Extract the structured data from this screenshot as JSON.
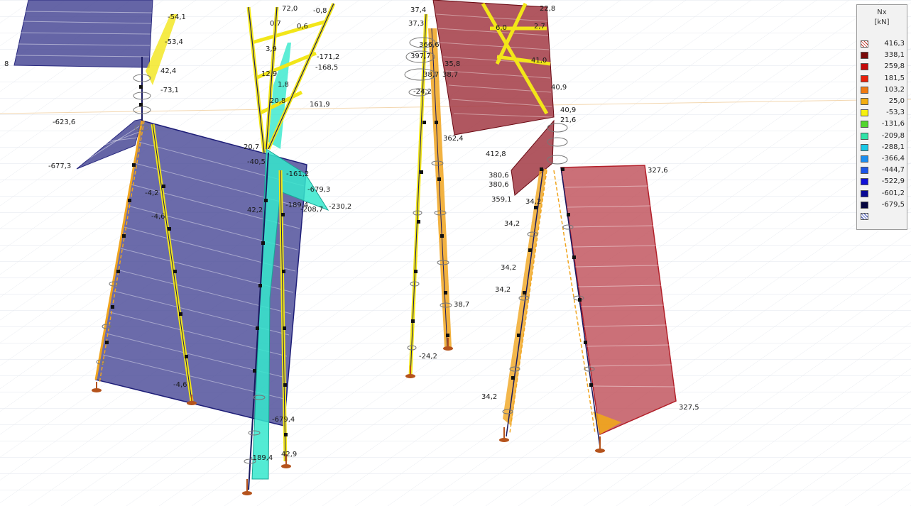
{
  "legend": {
    "quantity": "Nx",
    "unit": "[kN]",
    "entries": [
      {
        "label": "416,3",
        "color": "#ffffff",
        "hatch": "pos"
      },
      {
        "label": "338,1",
        "color": "#7a0b0b"
      },
      {
        "label": "259,8",
        "color": "#c40a0a"
      },
      {
        "label": "181,5",
        "color": "#e8200a"
      },
      {
        "label": "103,2",
        "color": "#ef7a12"
      },
      {
        "label": "25,0",
        "color": "#f4ae10"
      },
      {
        "label": "-53,3",
        "color": "#f6f00f"
      },
      {
        "label": "-131,6",
        "color": "#52d62e"
      },
      {
        "label": "-209,8",
        "color": "#2fe3a7"
      },
      {
        "label": "-288,1",
        "color": "#19c8e6"
      },
      {
        "label": "-366,4",
        "color": "#1b8ef0"
      },
      {
        "label": "-444,7",
        "color": "#1d55e8"
      },
      {
        "label": "-522,9",
        "color": "#1010d8"
      },
      {
        "label": "-601,2",
        "color": "#0a0a96"
      },
      {
        "label": "-679,5",
        "color": "#06063f"
      },
      {
        "label": "",
        "color": "#ffffff",
        "hatch": "neg"
      }
    ]
  },
  "value_labels": [
    "8",
    "-54,1",
    "-53,4",
    "42,4",
    "-73,1",
    "-623,6",
    "-677,3",
    "-4,2",
    "-4,6",
    "-4,6",
    "20,7",
    "-40,5",
    "42,2",
    "0,7",
    "0,6",
    "72,0",
    "-0,8",
    "3,9",
    "12,9",
    "1,8",
    "20,8",
    "-171,2",
    "-168,5",
    "161,9",
    "-161,2",
    "-679,3",
    "-208,7",
    "-189,4",
    "-230,2",
    "-679,4",
    "-189,4",
    "42,9",
    "37,4",
    "37,3",
    "366,6",
    "397,7",
    "38,7",
    "38,7",
    "35,8",
    "-24,2",
    "362,4",
    "38,7",
    "-24,2",
    "22,8",
    "6,0",
    "2,7",
    "41,0",
    "40,9",
    "40,9",
    "21,6",
    "412,8",
    "380,6",
    "380,6",
    "359,1",
    "34,2",
    "34,2",
    "34,2",
    "34,2",
    "34,2",
    "327,6",
    "327,5"
  ],
  "colors": {
    "blue_fill": "#4a4a97",
    "red_fill": "#c0505a",
    "cyan_fill": "#35e8cc",
    "yellow_member": "#f2e619",
    "orange_member": "#f0a51f",
    "support": "#b5531c"
  }
}
